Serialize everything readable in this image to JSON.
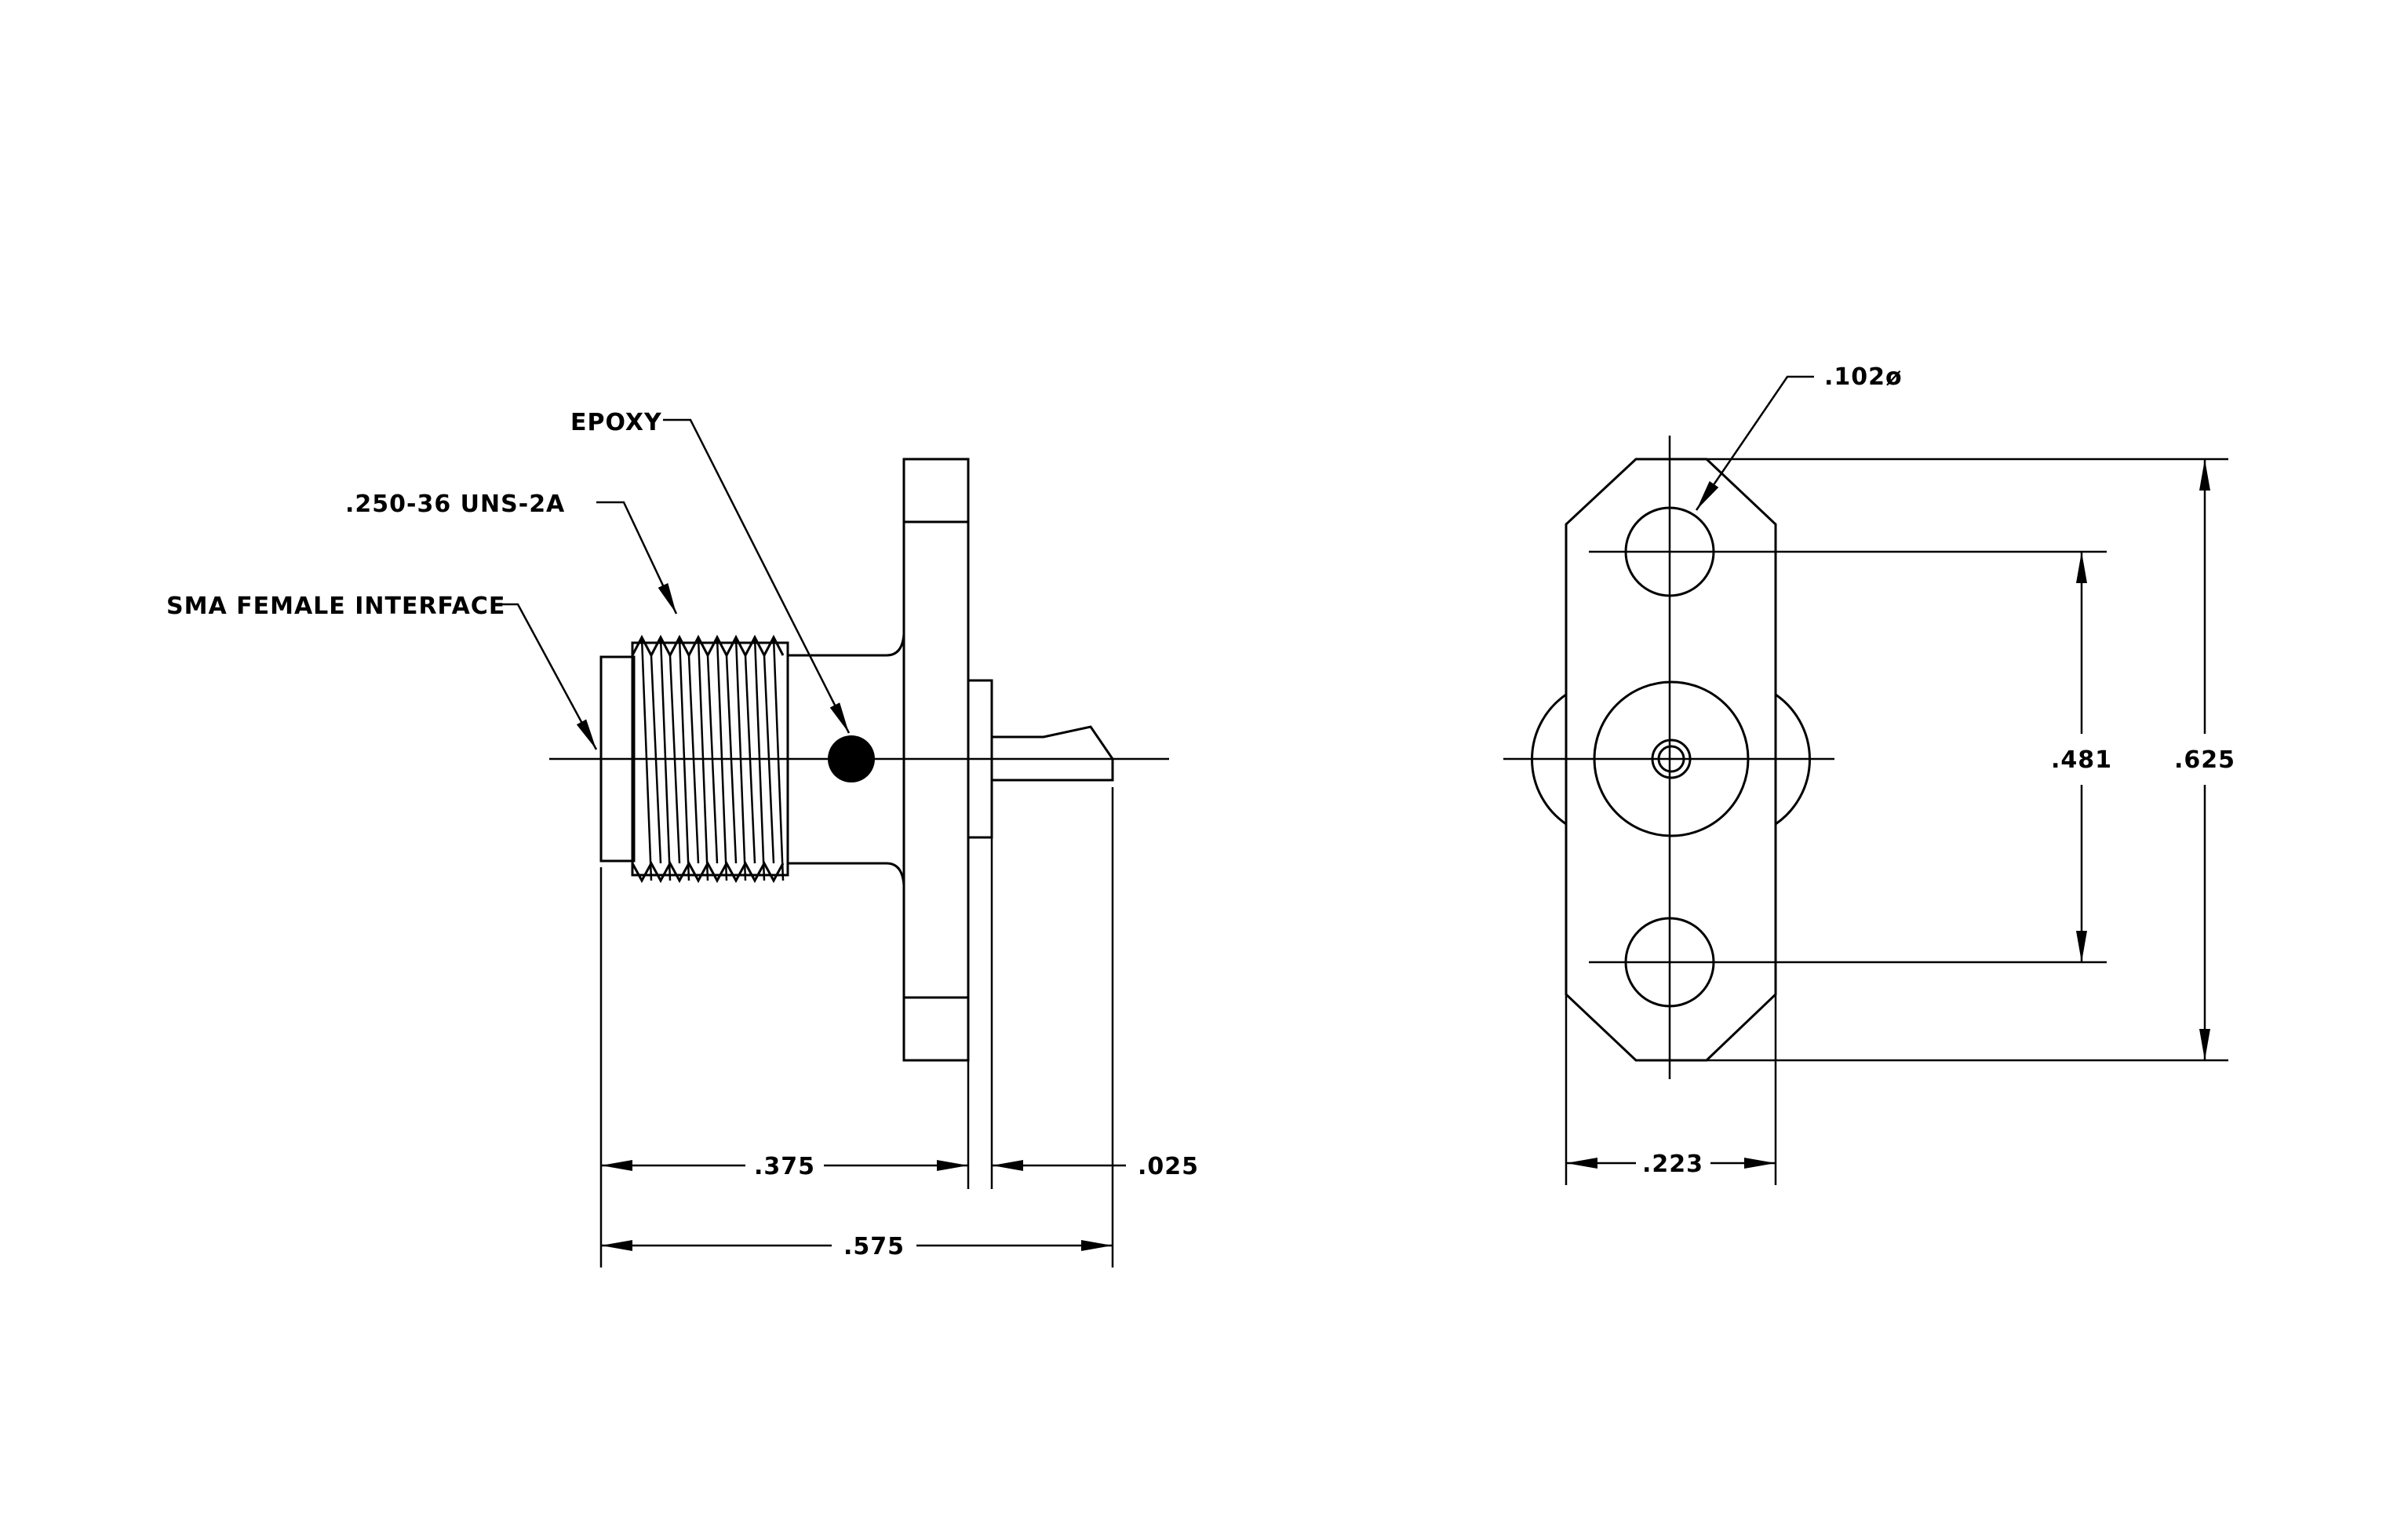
{
  "labels": {
    "epoxy": "EPOXY",
    "thread": ".250-36 UNS-2A",
    "interface": "SMA FEMALE INTERFACE",
    "hole_dia": ".102ø"
  },
  "dimensions": {
    "d375": ".375",
    "d025": ".025",
    "d575": ".575",
    "d223": ".223",
    "d481": ".481",
    "d625": ".625"
  }
}
